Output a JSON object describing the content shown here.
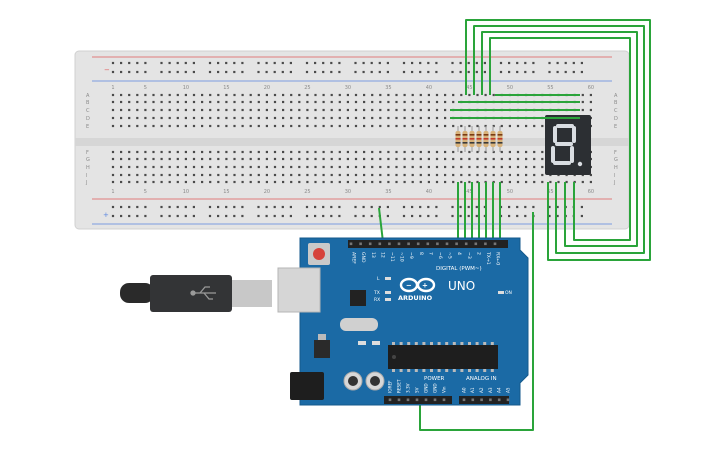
{
  "breadboard": {
    "column_numbers": [
      "1",
      "5",
      "10",
      "15",
      "20",
      "25",
      "30",
      "35",
      "40",
      "45",
      "50",
      "55",
      "60"
    ],
    "row_letters_top": [
      "A",
      "B",
      "C",
      "D",
      "E"
    ],
    "row_letters_bottom": [
      "F",
      "G",
      "H",
      "I",
      "J"
    ],
    "rail_minus": "−",
    "rail_plus": "+"
  },
  "display": {
    "digit": "8.",
    "segment_color": "#d9dde2",
    "body_color": "#2c2f33"
  },
  "arduino": {
    "logo_text": "ARDUINO",
    "model_text": "UNO",
    "digital_label": "DIGITAL (PWM~)",
    "power_label": "POWER",
    "analog_label": "ANALOG IN",
    "on_label": "ON",
    "tx_label": "TX",
    "rx_label": "RX",
    "l_label": "L",
    "top_pin_labels": [
      "AREF",
      "GND",
      "13",
      "12",
      "~11",
      "~10",
      "~9",
      "8",
      "7",
      "~6",
      "~5",
      "4",
      "~3",
      "2",
      "TX→1",
      "RX←0"
    ],
    "power_pin_labels": [
      "IOREF",
      "RESET",
      "3.3V",
      "5V",
      "GND",
      "GND",
      "Vin"
    ],
    "analog_pin_labels": [
      "A0",
      "A1",
      "A2",
      "A3",
      "A4",
      "A5"
    ],
    "board_color": "#1b6aa5"
  },
  "colors": {
    "wire": "#2aa43a",
    "breadboard": "#e4e4e4",
    "hole": "#4a4a4a",
    "rail_red": "#e05a5a",
    "rail_blue": "#5a86e0"
  }
}
